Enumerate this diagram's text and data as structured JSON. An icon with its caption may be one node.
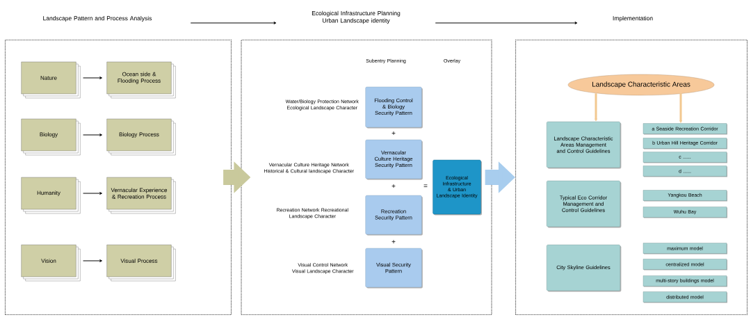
{
  "diagram": {
    "nodes": [
      {
        "text": [
          "Landscape Pattern and Process Analysis"
        ]
      },
      {
        "text": [
          "Ecological Infrastructure Planning Urban Landscape identity"
        ]
      },
      {
        "text": [
          "Implementation"
        ]
      },
      {
        "text": [],
        "shape": "box"
      },
      {
        "text": [
          "Nature"
        ],
        "in": 3
      },
      {
        "text": [
          "Ocean side & Flooding Process"
        ],
        "in": 3
      },
      {
        "text": [
          "Biology"
        ],
        "in": 3
      },
      {
        "text": [
          "Biology Process"
        ],
        "in": 3
      },
      {
        "text": [
          "Humanity"
        ],
        "in": 3
      },
      {
        "text": [
          "Vernacular Experience & Recreation Process"
        ],
        "in": 3
      },
      {
        "text": [
          "Vision"
        ],
        "in": 3
      },
      {
        "text": [
          "Visual Process"
        ],
        "in": 3
      },
      {
        "text": [],
        "shape": "box"
      },
      {
        "text": [
          "Flooding Control & Biology Security Pattern"
        ],
        "in": 12,
        "beside": [
          "Water/Biology Protection Network Ecological Landscape Character"
        ]
      },
      {
        "text": [
          "Vernacular Culture Heritage Security Pattern"
        ],
        "in": 12,
        "beside": [
          "Vernacular Culture Heritage Network Historical & Cultural landscape Character"
        ]
      },
      {
        "text": [
          "Recreation Security Pattern"
        ],
        "in": 12,
        "beside": [
          "Recreation Network Recreational Landscape Character"
        ]
      },
      {
        "text": [
          "Visual Security Pattern"
        ],
        "in": 12,
        "beside": [
          "Visual Control Network Visual Landscape Character"
        ]
      },
      {
        "text": [
          "Ecological Infrastructure & Urban Landscape Identity"
        ],
        "in": 12
      },
      {
        "text": [],
        "shape": "box"
      },
      {
        "text": [
          "Landscape Characteristic Areas"
        ],
        "in": 18
      },
      {
        "text": [
          "Landscape Characteristic Areas Management and Control Guidelines"
        ],
        "in": 18
      },
      {
        "text": [
          "Typical Eco Corridor Management and Control Guidelines"
        ],
        "in": 18
      },
      {
        "text": [
          "City Skyline Guidelines"
        ],
        "in": 18
      },
      {
        "text": [
          "a Seaside Recreation Corridor"
        ],
        "in": 18
      },
      {
        "text": [
          "b Urban Hill Heritage Corridor"
        ],
        "in": 18
      },
      {
        "text": [
          "c ......"
        ],
        "in": 18
      },
      {
        "text": [
          "d ......"
        ],
        "in": 18
      },
      {
        "text": [
          "Yangkou Beach"
        ],
        "in": 18
      },
      {
        "text": [
          "Wuhu Bay"
        ],
        "in": 18
      },
      {
        "text": [
          "maximum model"
        ],
        "in": 18
      },
      {
        "text": [
          "centralized model"
        ],
        "in": 18
      },
      {
        "text": [
          "multi-story buildings model"
        ],
        "in": 18
      },
      {
        "text": [
          "distributed model"
        ],
        "in": 18
      }
    ],
    "edges": [
      {
        "from": 0,
        "to": 1,
        "arrow": "to"
      },
      {
        "from": 1,
        "to": 2,
        "arrow": "to"
      },
      {
        "from": 3,
        "to": 12,
        "arrow": "to",
        "style": "thick",
        "color": "#c9c99c"
      },
      {
        "from": 12,
        "to": 18,
        "arrow": "to",
        "style": "thick",
        "color": "#a8cdee"
      },
      {
        "from": 4,
        "to": 5,
        "arrow": "to"
      },
      {
        "from": 6,
        "to": 7,
        "arrow": "to"
      },
      {
        "from": 8,
        "to": 9,
        "arrow": "to"
      },
      {
        "from": 10,
        "to": 11,
        "arrow": "to"
      },
      {
        "from": 19,
        "to": 20,
        "arrow": "to",
        "style": "thick",
        "color": "#f2c890"
      },
      {
        "from": 19,
        "to": 23,
        "arrow": "to",
        "style": "thick",
        "color": "#f2c890"
      }
    ],
    "labels": [
      "Subentry Planning",
      "Overlay",
      "+",
      "+",
      "=",
      "+"
    ]
  }
}
